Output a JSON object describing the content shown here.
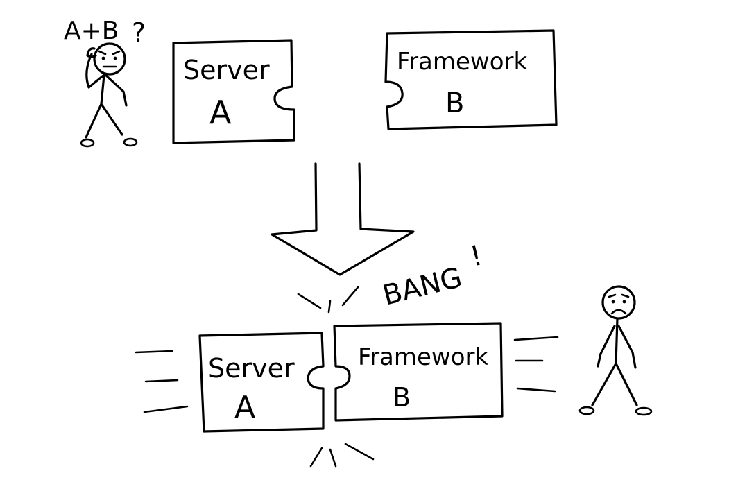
{
  "top": {
    "thinker_caption": "A+B",
    "thinker_mark": "?",
    "piece_a": {
      "title": "Server",
      "letter": "A"
    },
    "piece_b": {
      "title": "Framework",
      "letter": "B"
    }
  },
  "bottom": {
    "exclamation": "BANG",
    "exclamation_mark": "!",
    "piece_a": {
      "title": "Server",
      "letter": "A"
    },
    "piece_b": {
      "title": "Framework",
      "letter": "B"
    }
  },
  "colors": {
    "ink": "#000000",
    "paper": "#ffffff"
  }
}
